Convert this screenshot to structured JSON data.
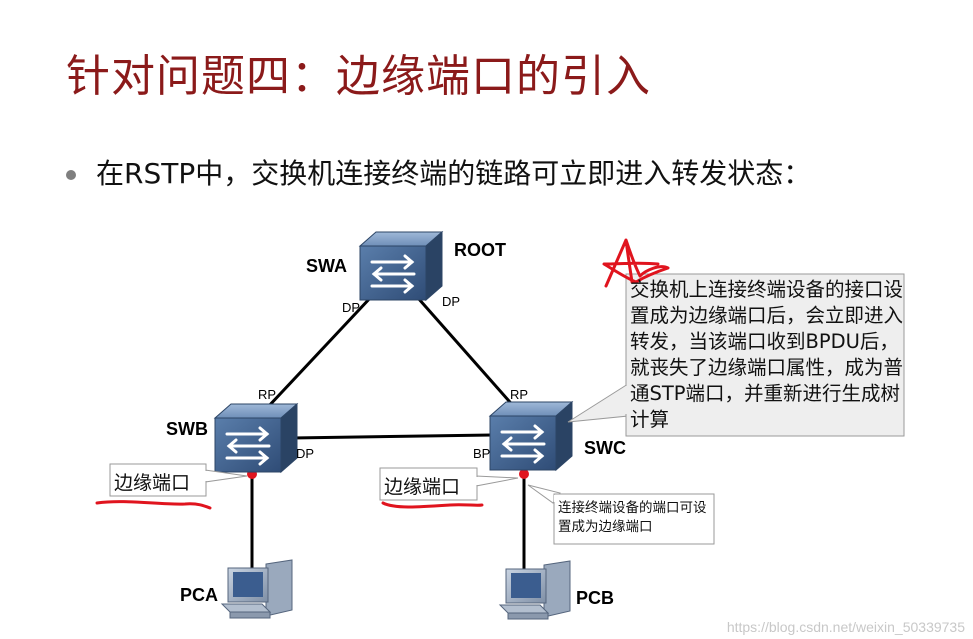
{
  "title": "针对问题四：边缘端口的引入",
  "bullet": "在RSTP中，交换机连接终端的链路可立即进入转发状态：",
  "nodes": {
    "swa": "SWA",
    "root": "ROOT",
    "swb": "SWB",
    "swc": "SWC",
    "pca": "PCA",
    "pcb": "PCB"
  },
  "port_roles": {
    "swa_left": "DP",
    "swa_right": "DP",
    "swb_top": "RP",
    "swb_right": "DP",
    "swc_top": "RP",
    "swc_left": "BP"
  },
  "edge_labels": {
    "swb_edge": "边缘端口",
    "swc_edge": "边缘端口"
  },
  "callout": {
    "text": "交换机上连接终端设备的接口设置成为边缘端口后，会立即进入转发，当该端口收到BPDU后，就丧失了边缘端口属性，成为普通STP端口，并重新进行生成树计算"
  },
  "note": {
    "text": "连接终端设备的端口可设置成为边缘端口"
  },
  "watermark": "https://blog.csdn.net/weixin_50339735",
  "colors": {
    "title": "#8b1a1a",
    "switch_body": "#3d5f8a",
    "annotation_red": "#e0141e"
  },
  "icons": [
    "switch-icon",
    "pc-icon",
    "hand-drawn-star-icon"
  ]
}
